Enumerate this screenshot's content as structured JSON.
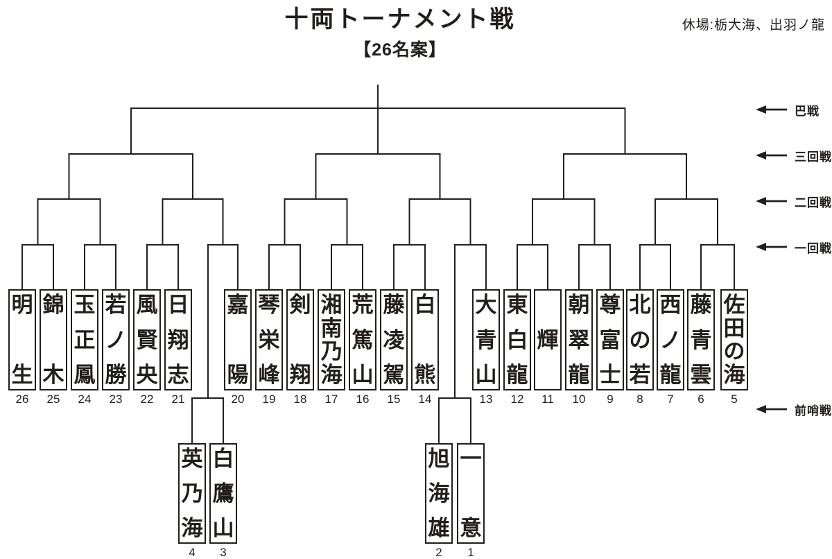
{
  "header": {
    "title": "十両トーナメント戦",
    "subtitle": "【26名案】",
    "absence_note": "休場:栃大海、出羽ノ龍"
  },
  "round_labels": [
    {
      "label": "巴戦"
    },
    {
      "label": "三回戦"
    },
    {
      "label": "二回戦"
    },
    {
      "label": "一回戦"
    },
    {
      "label": "前哨戦"
    }
  ],
  "bracket": {
    "main_row": [
      {
        "no": "26",
        "name": "明生"
      },
      {
        "no": "25",
        "name": "錦木"
      },
      {
        "no": "24",
        "name": "玉正鳳"
      },
      {
        "no": "23",
        "name": "若ノ勝"
      },
      {
        "no": "22",
        "name": "風賢央"
      },
      {
        "no": "21",
        "name": "日翔志"
      },
      {
        "no": "20",
        "name": "嘉陽"
      },
      {
        "no": "19",
        "name": "琴栄峰"
      },
      {
        "no": "18",
        "name": "剣翔"
      },
      {
        "no": "17",
        "name": "湘南乃海"
      },
      {
        "no": "16",
        "name": "荒篤山"
      },
      {
        "no": "15",
        "name": "藤凌駕"
      },
      {
        "no": "14",
        "name": "白熊"
      },
      {
        "no": "13",
        "name": "大青山"
      },
      {
        "no": "12",
        "name": "東白龍"
      },
      {
        "no": "11",
        "name": "輝"
      },
      {
        "no": "10",
        "name": "朝翠龍"
      },
      {
        "no": "9",
        "name": "尊富士"
      },
      {
        "no": "8",
        "name": "北の若"
      },
      {
        "no": "7",
        "name": "西ノ龍"
      },
      {
        "no": "6",
        "name": "藤青雲"
      },
      {
        "no": "5",
        "name": "佐田の海"
      }
    ],
    "prelim_row": [
      {
        "no": "4",
        "name": "英乃海"
      },
      {
        "no": "3",
        "name": "白鷹山"
      },
      {
        "no": "2",
        "name": "旭海雄"
      },
      {
        "no": "1",
        "name": "一意"
      }
    ]
  },
  "colors": {
    "ink": "#221e1b",
    "background": "#ffffff"
  }
}
